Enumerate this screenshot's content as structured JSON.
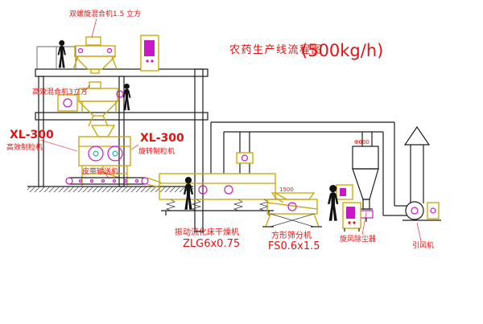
{
  "title": {
    "text": "农药生产线流程图",
    "capacity": "(500kg/h)"
  },
  "labels": {
    "top_mixer": "双螺旋混合机1.5 立方",
    "mid_mixer": "高效混合机3立方",
    "granulator_left_model": "XL-300",
    "granulator_left_name": "高效制粒机",
    "granulator_mid_model": "XL-300",
    "granulator_mid_name": "旋转制粒机",
    "belt_conveyor": "皮带输送机",
    "dryer_name": "振动流化床干燥机",
    "dryer_model": "ZLG6x0.75",
    "screen_name": "方形筛分机",
    "screen_model": "FS0.6x1.5",
    "cyclone": "旋风除尘器",
    "fan": "引风机",
    "cyclone_dim": "Φ600",
    "screen_dim": "1500"
  },
  "colors": {
    "label_red": "#e31212",
    "machine_yellow": "#c8a400",
    "accent_magenta": "#c818c8",
    "accent_cyan": "#0aa0a0",
    "line_black": "#1c1c1c",
    "background": "#ffffff"
  }
}
